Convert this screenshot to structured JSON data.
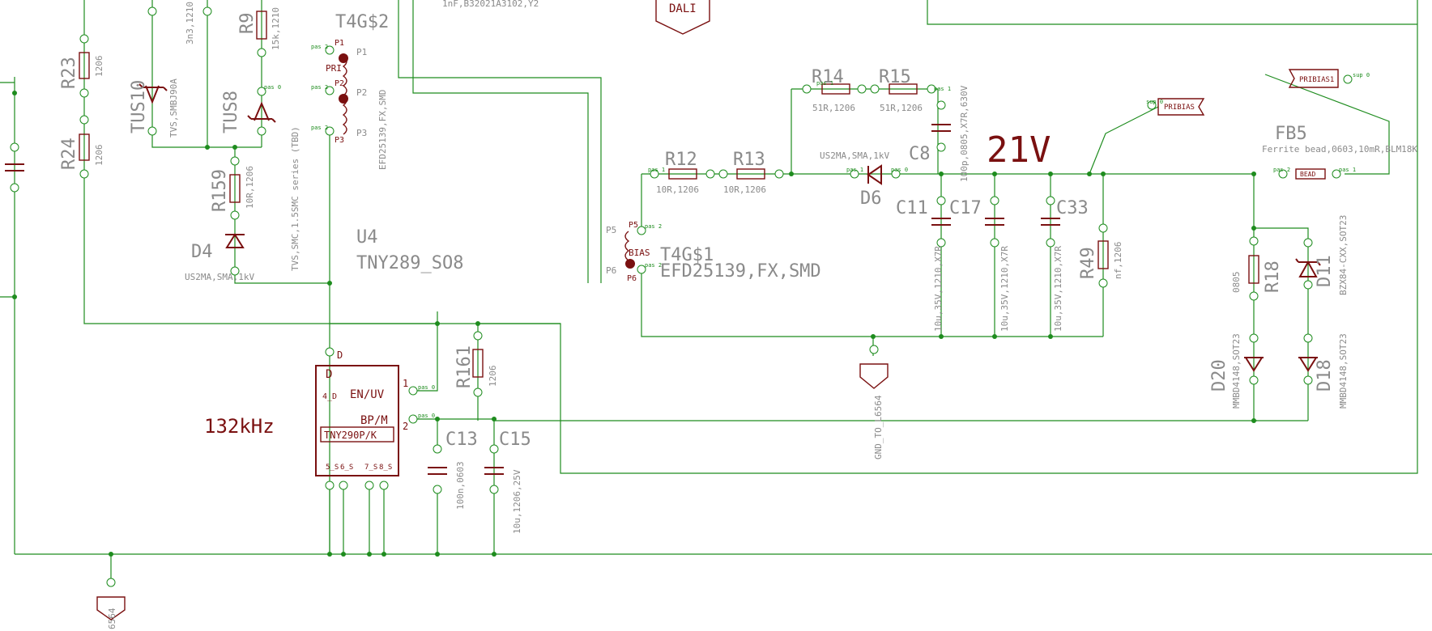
{
  "nets": {
    "v21": "21V",
    "freq": "132kHz",
    "dali": "DALI",
    "gnd_to": "GND_TO_L6564",
    "gnd_left": "6564",
    "pribias_sym": "PRIBIAS",
    "pribias1": "PRIBIAS1"
  },
  "top_text": {
    "cap_y2": "1nF,B32021A3102,Y2",
    "c3n3": "3n3,1210",
    "c0805": "0805"
  },
  "components": {
    "r23": {
      "ref": "R23",
      "val": "1206"
    },
    "r24": {
      "ref": "R24",
      "val": "1206"
    },
    "tus10": {
      "ref": "TUS10",
      "val": "TVS,SMBJ90A"
    },
    "tus8": {
      "ref": "TUS8",
      "val": "TVS,SMC,1.5SMC series (TBD)"
    },
    "r9": {
      "ref": "R9",
      "val": "15k,1210"
    },
    "r159": {
      "ref": "R159",
      "val": "10R,1206"
    },
    "d4": {
      "ref": "D4",
      "val": "US2MA,SMA,1kV"
    },
    "t4g2": {
      "ref": "T4G$2",
      "val": "EFD25139,FX,SMD",
      "pins": [
        "P1",
        "P2",
        "P3"
      ],
      "pri": "PRI"
    },
    "u4": {
      "ref": "U4",
      "val": "TNY289_SO8",
      "part": "TNY290P/K",
      "d": "D",
      "d4": "4_D",
      "en": "EN/UV",
      "bp": "BP/M",
      "en_num": "1",
      "bp_num": "2",
      "s_pins": [
        "5_S",
        "6_S",
        "7_S",
        "8_S"
      ]
    },
    "r161": {
      "ref": "R161",
      "val": "1206"
    },
    "c13": {
      "ref": "C13",
      "val": "100n,0603"
    },
    "c15": {
      "ref": "C15",
      "val": "10u,1206,25V"
    },
    "t4g1": {
      "ref": "T4G$1",
      "val": "EFD25139,FX,SMD",
      "pins": [
        "P5",
        "P6"
      ],
      "bias": "BIAS"
    },
    "r12": {
      "ref": "R12",
      "val": "10R,1206"
    },
    "r13": {
      "ref": "R13",
      "val": "10R,1206"
    },
    "r14": {
      "ref": "R14",
      "val": "51R,1206"
    },
    "r15": {
      "ref": "R15",
      "val": "51R,1206"
    },
    "d6": {
      "ref": "D6",
      "val": "US2MA,SMA,1kV"
    },
    "c8": {
      "ref": "C8",
      "val": "100p,0805,X7R,630V"
    },
    "c11": {
      "ref": "C11",
      "val": "10u,35V,1210,X7R"
    },
    "c17": {
      "ref": "C17",
      "val": "10u,35V,1210,X7R"
    },
    "c33": {
      "ref": "C33",
      "val": "10u,35V,1210,X7R"
    },
    "r49": {
      "ref": "R49",
      "val": "nf,1206"
    },
    "fb5": {
      "ref": "FB5",
      "val": "Ferrite bead,0603,10mR,BLM18K",
      "body": "BEAD"
    },
    "r18": {
      "ref": "R18",
      "val": "0805"
    },
    "d11": {
      "ref": "D11",
      "val": "BZX84-CXX,SOT23"
    },
    "d20": {
      "ref": "D20",
      "val": "MMBD4148,SOT23"
    },
    "d18": {
      "ref": "D18",
      "val": "MMBD4148,SOT23"
    }
  },
  "pin_labels": {
    "pas1": "pas 1",
    "pas2": "pas 2",
    "pas0": "pas 0",
    "sup0": "sup 0"
  }
}
